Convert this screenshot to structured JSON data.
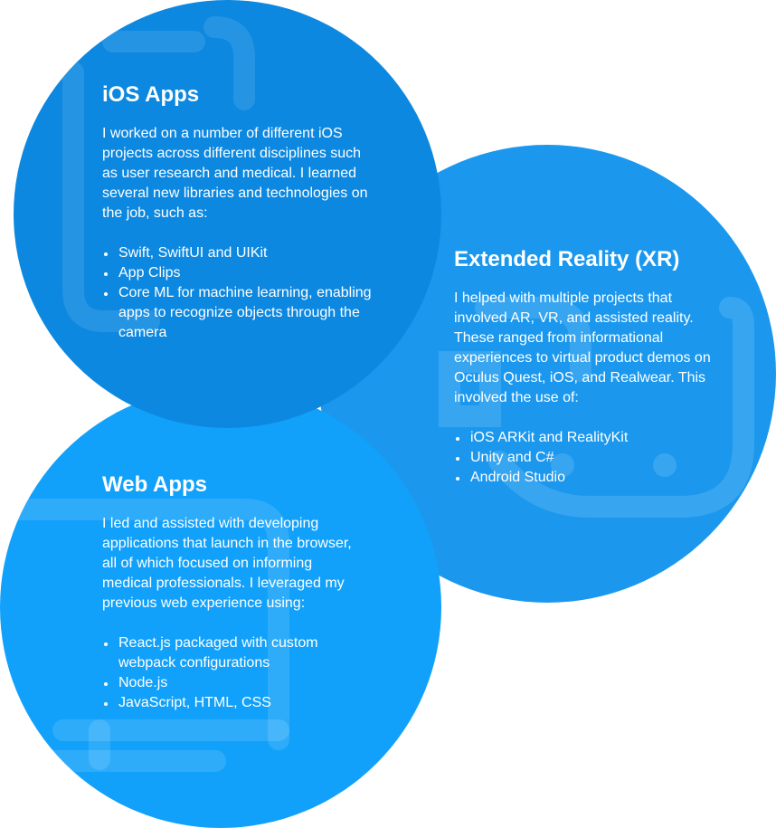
{
  "colors": {
    "ios_circle": "#0D88E0",
    "xr_circle": "#1B98EE",
    "web_circle": "#12A1FA",
    "text": "#FFFFFF"
  },
  "ios": {
    "title": "iOS Apps",
    "description": "I worked on a number of different iOS projects across different disciplines such as user research and medical. I learned several new libraries and technologies on the job, such as:",
    "items": [
      "Swift, SwiftUI and UIKit",
      "App Clips",
      "Core ML for machine learning, enabling apps to recognize objects through the camera"
    ],
    "icon": "smartphone-icon"
  },
  "xr": {
    "title": "Extended Reality (XR)",
    "description": "I helped with multiple projects that involved AR, VR, and assisted reality. These ranged from informational experiences to virtual product demos on Oculus Quest, iOS, and Realwear. This involved the use of:",
    "items": [
      "iOS ARKit and RealityKit",
      "Unity and C#",
      "Android Studio"
    ],
    "icon": "vr-headset-icon"
  },
  "web": {
    "title": "Web Apps",
    "description": "I led and assisted with developing applications that launch in the browser, all of which focused on informing medical professionals. I leveraged my previous web experience using:",
    "items": [
      "React.js packaged with custom webpack configurations",
      "Node.js",
      "JavaScript, HTML, CSS"
    ],
    "icon": "desktop-monitor-icon"
  }
}
